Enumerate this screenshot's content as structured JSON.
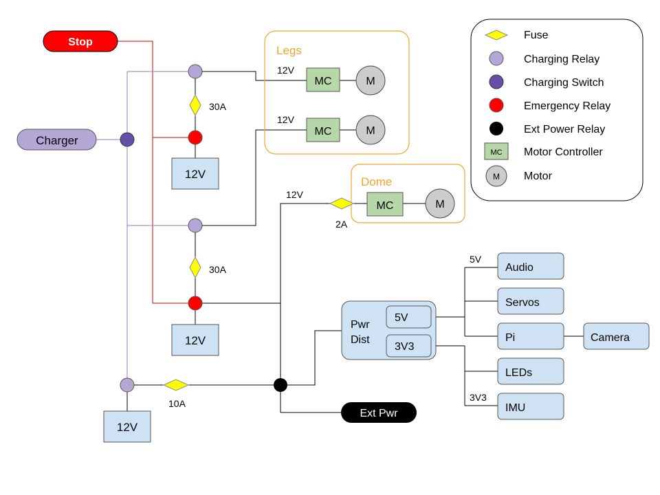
{
  "colors": {
    "wire": "#000000",
    "stop_wire": "#cc0000",
    "charge_wire": "#8e7cc3",
    "stop_fill": "#ff0000",
    "charger_fill": "#b4a7d6",
    "relay_fill": "#b4a7d6",
    "switch_fill": "#674ea7",
    "emergency_fill": "#ff0000",
    "ext_fill": "#000000",
    "fuse_fill": "#ffff00",
    "mc_fill": "#b6d7a8",
    "motor_fill": "#cccccc",
    "box_fill": "#cfe2f3",
    "group_stroke": "#f1a52b"
  },
  "stop": {
    "label": "Stop"
  },
  "charger": {
    "label": "Charger"
  },
  "ext_pwr": {
    "label": "Ext Pwr"
  },
  "batteries": [
    "12V",
    "12V",
    "12V"
  ],
  "fuses": [
    "30A",
    "30A",
    "10A",
    "2A"
  ],
  "groups": {
    "legs": "Legs",
    "dome": "Dome"
  },
  "motor_controllers": {
    "label": "MC"
  },
  "motors": {
    "label": "M"
  },
  "voltage_labels": {
    "legs_top": "12V",
    "legs_bottom": "12V",
    "dome": "12V",
    "audio": "5V",
    "imu": "3V3"
  },
  "pwr_dist": {
    "title_line1": "Pwr",
    "title_line2": "Dist",
    "rail_5v": "5V",
    "rail_3v3": "3V3"
  },
  "devices": {
    "audio": "Audio",
    "servos": "Servos",
    "pi": "Pi",
    "camera": "Camera",
    "leds": "LEDs",
    "imu": "IMU"
  },
  "legend": {
    "items": [
      {
        "icon": "fuse-icon",
        "label": "Fuse"
      },
      {
        "icon": "charging-relay-icon",
        "label": "Charging Relay"
      },
      {
        "icon": "charging-switch-icon",
        "label": "Charging Switch"
      },
      {
        "icon": "emergency-relay-icon",
        "label": "Emergency Relay"
      },
      {
        "icon": "ext-power-relay-icon",
        "label": "Ext Power Relay"
      },
      {
        "icon": "motor-controller-icon",
        "label": "Motor Controller"
      },
      {
        "icon": "motor-icon",
        "label": "Motor"
      }
    ],
    "mc_glyph": "MC",
    "motor_glyph": "M"
  }
}
